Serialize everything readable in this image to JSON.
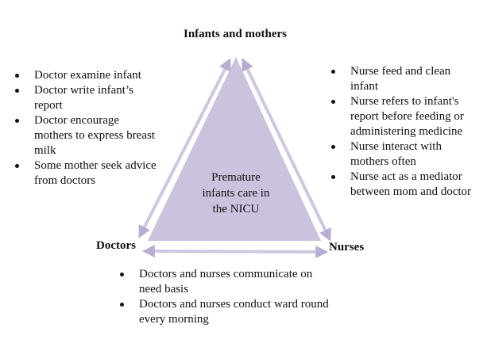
{
  "nodes": {
    "top": "Infants and mothers",
    "left": "Doctors",
    "right": "Nurses"
  },
  "center": [
    "Premature",
    "infants care in",
    "the NICU"
  ],
  "doctor_infant_items": [
    "Doctor examine infant",
    "Doctor write infant’s report",
    "Doctor encourage mothers to express breast milk",
    "Some mother seek advice from doctors"
  ],
  "nurse_infant_items": [
    "Nurse feed and clean infant",
    "Nurse refers to infant's report before feeding or administering medicine",
    "Nurse interact with mothers often",
    "Nurse act as a mediator between mom and doctor"
  ],
  "doctor_nurse_items": [
    "Doctors and nurses communicate on need basis",
    "Doctors and nurses conduct ward round every morning"
  ],
  "colors": {
    "triangle_fill": "#cbc2dd",
    "arrow": "#cec7e0",
    "arrow_edge": "#a99fc4"
  }
}
